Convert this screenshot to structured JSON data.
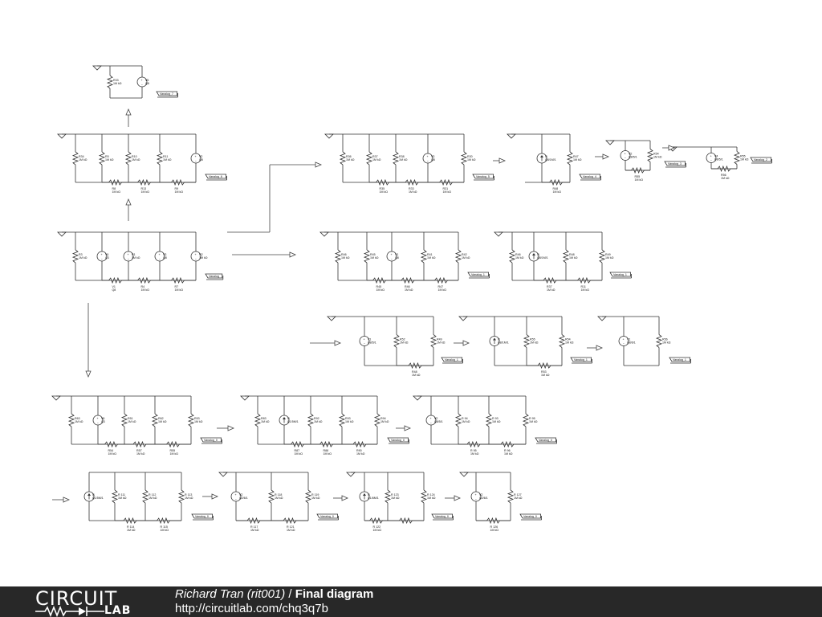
{
  "footer": {
    "logo_top": "CIRCUIT",
    "logo_bottom": "LAB",
    "author": "Richard Tran (rit001)",
    "separator": " / ",
    "title": "Final diagram",
    "url": "http://circuitlab.com/chq3q7b"
  },
  "circuits": [
    {
      "id": "c1",
      "tag": "Vanalog_7",
      "labels": [
        "R33",
        "1M kΩ",
        "V5",
        "Q8",
        "R32",
        "1M kΩ"
      ]
    },
    {
      "id": "c2",
      "tag": "Vanalog_6",
      "labels": [
        "R34",
        "1M kΩ",
        "R5",
        "1M kΩ",
        "R10",
        "1M kΩ",
        "R11",
        "1M kΩ",
        "V2",
        "Q8",
        "R8",
        "1M kΩ",
        "R13",
        "1M kΩ",
        "R9",
        "1M kΩ",
        "R12",
        "1M kΩ"
      ]
    },
    {
      "id": "c3",
      "tag": "Vanalog",
      "labels": [
        "R3",
        "1M kΩ",
        "V4",
        "Q3",
        "R1",
        "1M kΩ",
        "V3",
        "Q8",
        "R2",
        "1M kΩ",
        "V1",
        "Q8",
        "R4",
        "1M kΩ",
        "R7",
        "1M kΩ",
        "R5",
        "1M kΩ",
        "R9",
        "1M kΩ"
      ]
    },
    {
      "id": "c4",
      "tag": "Vanalog_5",
      "labels": [
        "R36",
        "1M kΩ",
        "R37",
        "1M kΩ",
        "R38",
        "1M kΩ",
        "V3",
        "Q8",
        "R30",
        "1M kΩ",
        "R35",
        "1M kΩ",
        "R33",
        "1M kΩ",
        "R31",
        "1M kΩ",
        "R33",
        "1M kΩ"
      ]
    },
    {
      "id": "c5",
      "tag": "Vanalog_4",
      "labels": [
        "I1",
        "Q8/1M/1",
        "R47",
        "1M kΩ",
        "R48",
        "1M kΩ",
        "R51",
        "1M kΩ"
      ]
    },
    {
      "id": "c6",
      "tag": "Vanalog_3",
      "labels": [
        "V2",
        "Q8/5/1",
        "R54",
        "1M kΩ",
        "R55",
        "1M kΩ",
        "R53",
        "1M kΩ"
      ]
    },
    {
      "id": "c7",
      "tag": "Vanalog_2",
      "labels": [
        "V4",
        "Q8/5/1",
        "R55",
        "1M kΩ",
        "R56",
        "1M kΩ"
      ]
    },
    {
      "id": "c8",
      "tag": "Vanalog_1",
      "labels": [
        "R46",
        "1M kΩ",
        "R45",
        "1M kΩ",
        "V1",
        "Q8",
        "R41",
        "1M kΩ",
        "R42",
        "1M kΩ",
        "R45",
        "1M kΩ",
        "R46",
        "1M kΩ",
        "R47",
        "1M kΩ",
        "R48",
        "1M kΩ"
      ]
    },
    {
      "id": "c9",
      "tag": "Vanalog_1",
      "labels": [
        "R46",
        "1M kΩ",
        "I1",
        "Q8/1M/1",
        "R48",
        "1M kΩ",
        "R49",
        "1M kΩ",
        "R37",
        "1M kΩ",
        "R11",
        "1M kΩ"
      ]
    },
    {
      "id": "c10",
      "tag": "Vanalog_1",
      "labels": [
        "V1",
        "Q8/5/1",
        "R52",
        "1M kΩ",
        "R49",
        "1M kΩ",
        "R48",
        "1M kΩ",
        "R51",
        "1M kΩ"
      ]
    },
    {
      "id": "c11",
      "tag": "Vanalog_1",
      "labels": [
        "I1",
        "Q8/1M/1",
        "R55",
        "1M kΩ",
        "R54",
        "1M kΩ",
        "R53",
        "1M kΩ"
      ]
    },
    {
      "id": "c12",
      "tag": "Vanalog_1",
      "labels": [
        "V1",
        "Q8/6/1",
        "R56",
        "1M kΩ",
        "R24",
        "1M kΩ"
      ]
    },
    {
      "id": "c13",
      "tag": "Vanalog_0",
      "labels": [
        "R63",
        "1M kΩ",
        "V6",
        "Q3",
        "R51",
        "1M kΩ",
        "R62",
        "1M kΩ",
        "R53",
        "1M kΩ",
        "R54",
        "1M kΩ",
        "R57",
        "1M kΩ",
        "R55",
        "1M kΩ",
        "R59",
        "1M kΩ"
      ]
    },
    {
      "id": "c14",
      "tag": "Vanalog_0",
      "labels": [
        "R83",
        "1M kΩ",
        "I1",
        "Q1/5M/1",
        "R92",
        "1M kΩ",
        "R93",
        "1M kΩ",
        "R94",
        "1M kΩ",
        "R87",
        "1M kΩ",
        "R88",
        "1M kΩ",
        "R90",
        "1M kΩ"
      ]
    },
    {
      "id": "c15",
      "tag": "Vanalog_0",
      "labels": [
        "V2",
        "Q8/5/1",
        "R 94",
        "1M kΩ",
        "R 93",
        "1M kΩ",
        "R 95",
        "1M kΩ",
        "R 95",
        "1M kΩ",
        "R 96",
        "1M kΩ",
        "R 18",
        "1M kΩ"
      ]
    },
    {
      "id": "c16",
      "tag": "Vanalog_0",
      "labels": [
        "I1",
        "Q1/5M/1",
        "R 111",
        "1M kΩ",
        "R 112",
        "1M kΩ",
        "R 113",
        "1M kΩ",
        "R 114",
        "1M kΩ",
        "R 115",
        "1M kΩ"
      ]
    },
    {
      "id": "c17",
      "tag": "Vanalog_0",
      "labels": [
        "V2",
        "Q2/6/1",
        "R 118",
        "1M kΩ",
        "R 119",
        "1M kΩ",
        "R 117",
        "1M kΩ",
        "R 121",
        "1M kΩ"
      ]
    },
    {
      "id": "c18",
      "tag": "Vanalog_0",
      "labels": [
        "I1",
        "Q1/6M/1",
        "R 123",
        "1M kΩ",
        "R 124",
        "1M kΩ",
        "R 122",
        "1M kΩ"
      ]
    },
    {
      "id": "c19",
      "tag": "Vanalog_0",
      "labels": [
        "V2",
        "Q2/6/1",
        "R 127",
        "1M kΩ",
        "R 126",
        "1M kΩ"
      ]
    }
  ]
}
